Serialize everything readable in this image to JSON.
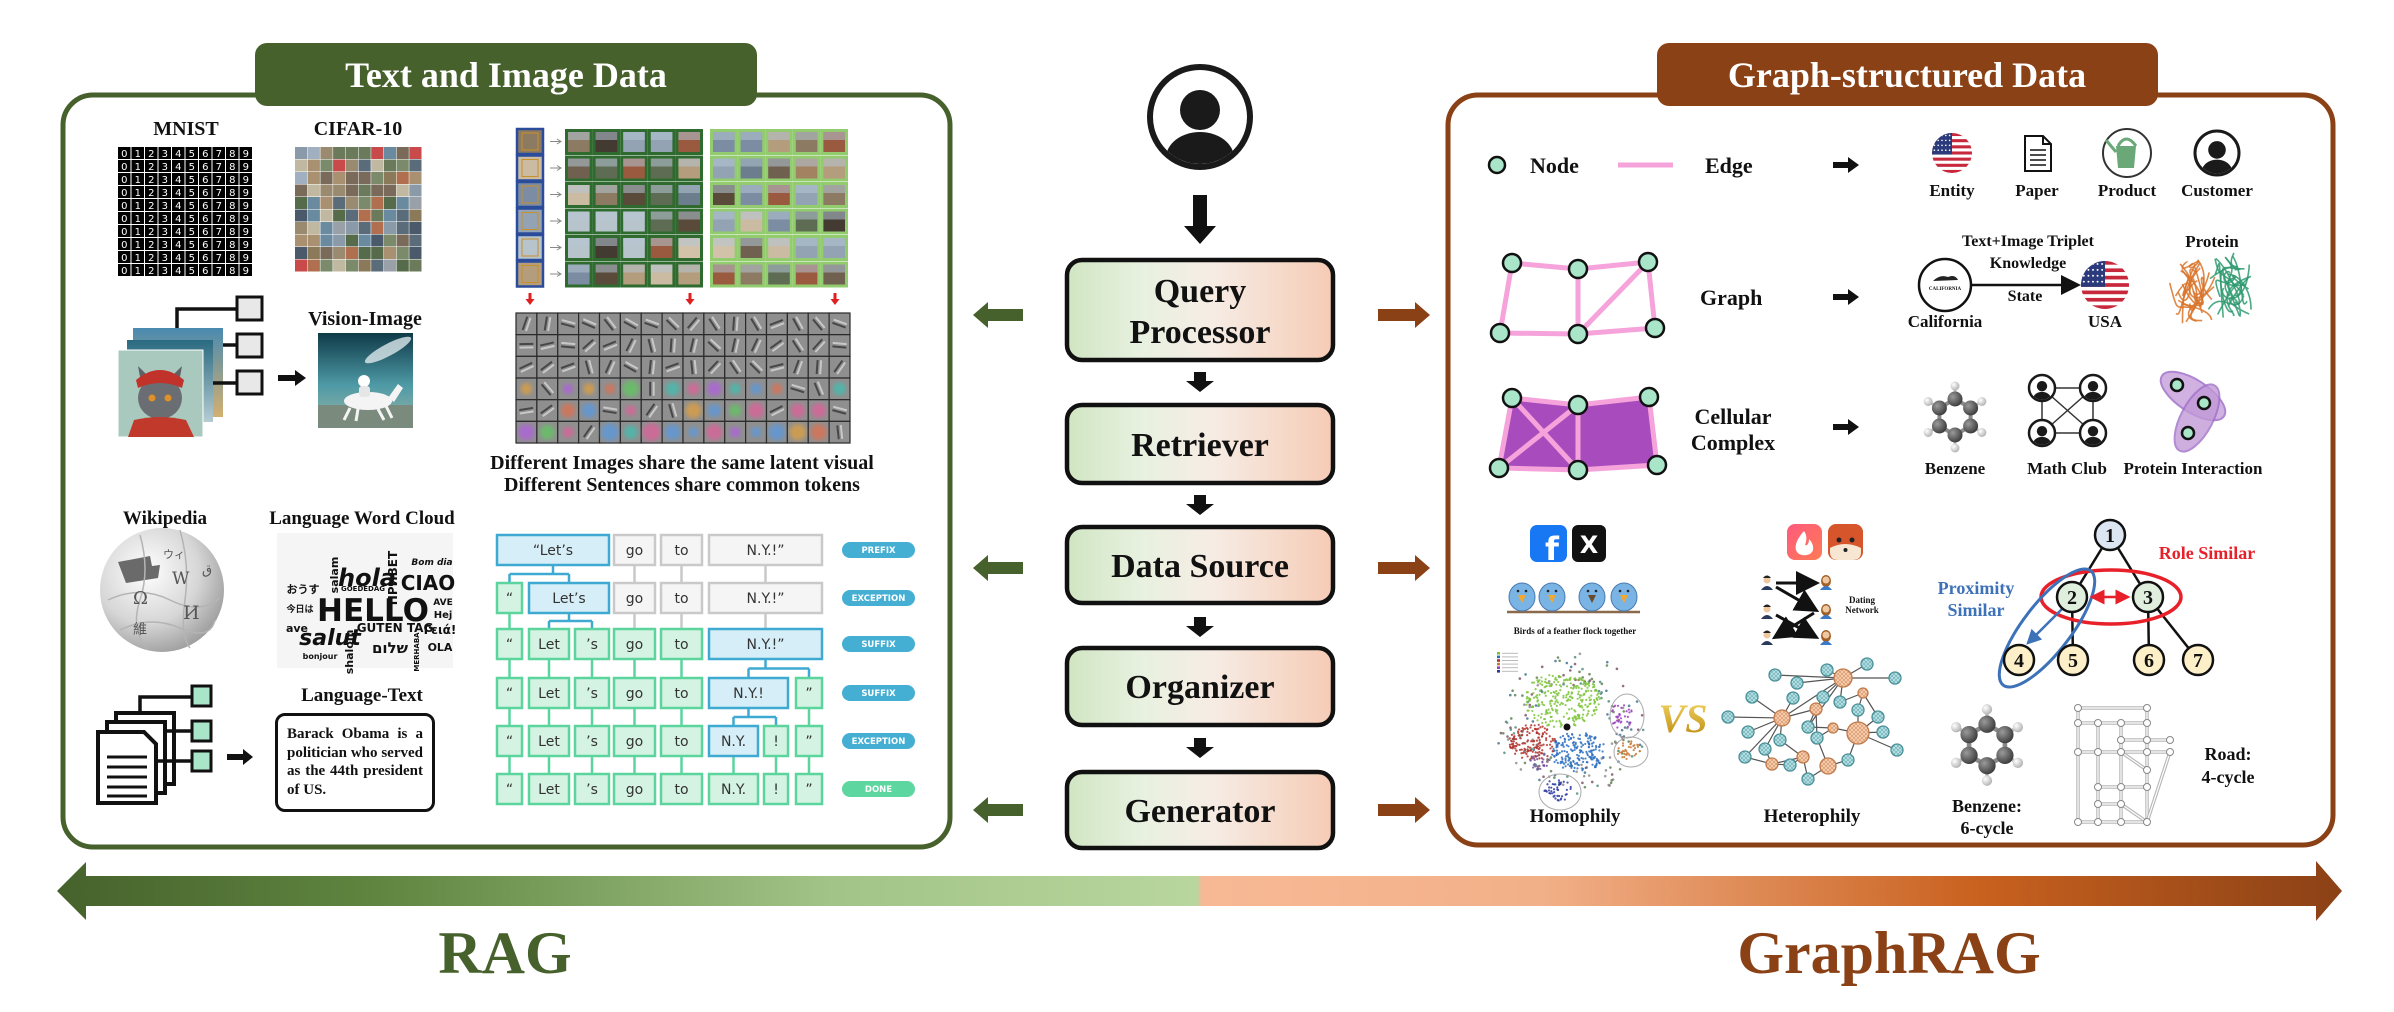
{
  "figure": {
    "left_axis_label": "RAG",
    "right_axis_label": "GraphRAG",
    "colors": {
      "rag": "#47612d",
      "graphrag": "#8b4116",
      "node": "#a9e5c9",
      "edge": "#f5a3da",
      "cell_face": "#a84cbd",
      "role_similar": "#e8202a",
      "proximity_similar": "#3d72b8"
    }
  },
  "left_panel": {
    "title": "Text and Image Data",
    "mnist": {
      "label": "MNIST",
      "digits": "0123456789"
    },
    "cifar": {
      "label": "CIFAR-10"
    },
    "vision_image": {
      "label": "Vision-Image"
    },
    "latent_caption": {
      "line1": "Different Images share the same latent visual",
      "line2": "Different Sentences share common tokens"
    },
    "wikipedia": {
      "label": "Wikipedia",
      "glyphs": [
        "Ω",
        "W",
        "И",
        "維",
        "ウィ",
        "ق"
      ]
    },
    "word_cloud": {
      "label": "Language Word Cloud",
      "words": [
        "HELLO",
        "hola",
        "salut",
        "CIAO",
        "GUTEN TAG",
        "salam",
        "shalom",
        "GOEDEDAG",
        "ПРИВЕТ",
        "Bom dia",
        "AVE",
        "Hej",
        "Γειά!",
        "OLA",
        "MERHABA",
        "שלום",
        "bonjour",
        "おうす",
        "今日は",
        "ave"
      ]
    },
    "language_text": {
      "label": "Language-Text",
      "body": "Barack Obama is a politician who served as the 44th president of US."
    },
    "tokenization": {
      "state_colors": {
        "blue": "#3ea9d1",
        "gray": "#c9c9c9",
        "green": "#5cd49d"
      },
      "status_colors": {
        "active": "#45afd3",
        "done": "#5dd6a0"
      },
      "rows": [
        {
          "status": "PREFIX",
          "tokens": [
            {
              "text": "“Let’s",
              "state": "blue"
            },
            {
              "text": "go",
              "state": "gray"
            },
            {
              "text": "to",
              "state": "gray"
            },
            {
              "text": "N.Y.!”",
              "state": "gray"
            }
          ]
        },
        {
          "status": "EXCEPTION",
          "tokens": [
            {
              "text": "“",
              "state": "green"
            },
            {
              "text": "Let’s",
              "state": "blue"
            },
            {
              "text": "go",
              "state": "gray"
            },
            {
              "text": "to",
              "state": "gray"
            },
            {
              "text": "N.Y.!”",
              "state": "gray"
            }
          ]
        },
        {
          "status": "SUFFIX",
          "tokens": [
            {
              "text": "“",
              "state": "green"
            },
            {
              "text": "Let",
              "state": "green"
            },
            {
              "text": "’s",
              "state": "green"
            },
            {
              "text": "go",
              "state": "green"
            },
            {
              "text": "to",
              "state": "green"
            },
            {
              "text": "N.Y.!”",
              "state": "blue"
            }
          ]
        },
        {
          "status": "SUFFIX",
          "tokens": [
            {
              "text": "“",
              "state": "green"
            },
            {
              "text": "Let",
              "state": "green"
            },
            {
              "text": "’s",
              "state": "green"
            },
            {
              "text": "go",
              "state": "green"
            },
            {
              "text": "to",
              "state": "green"
            },
            {
              "text": "N.Y.!",
              "state": "blue"
            },
            {
              "text": "”",
              "state": "green"
            }
          ]
        },
        {
          "status": "EXCEPTION",
          "tokens": [
            {
              "text": "“",
              "state": "green"
            },
            {
              "text": "Let",
              "state": "green"
            },
            {
              "text": "’s",
              "state": "green"
            },
            {
              "text": "go",
              "state": "green"
            },
            {
              "text": "to",
              "state": "green"
            },
            {
              "text": "N.Y.",
              "state": "blue"
            },
            {
              "text": "!",
              "state": "green"
            },
            {
              "text": "”",
              "state": "green"
            }
          ]
        },
        {
          "status": "DONE",
          "tokens": [
            {
              "text": "“",
              "state": "green"
            },
            {
              "text": "Let",
              "state": "green"
            },
            {
              "text": "’s",
              "state": "green"
            },
            {
              "text": "go",
              "state": "green"
            },
            {
              "text": "to",
              "state": "green"
            },
            {
              "text": "N.Y.",
              "state": "green"
            },
            {
              "text": "!",
              "state": "green"
            },
            {
              "text": "”",
              "state": "green"
            }
          ]
        }
      ]
    }
  },
  "pipeline": {
    "user_icon": "user-icon",
    "stages": [
      {
        "lines": [
          "Query",
          "Processor"
        ]
      },
      {
        "lines": [
          "Retriever"
        ]
      },
      {
        "lines": [
          "Data Source"
        ]
      },
      {
        "lines": [
          "Organizer"
        ]
      },
      {
        "lines": [
          "Generator"
        ]
      }
    ]
  },
  "right_panel": {
    "title": "Graph-structured Data",
    "legend": {
      "node": "Node",
      "edge": "Edge"
    },
    "node_types": [
      {
        "label": "Entity",
        "icon": "us-flag-icon"
      },
      {
        "label": "Paper",
        "icon": "paper-icon"
      },
      {
        "label": "Product",
        "icon": "watering-can-icon"
      },
      {
        "label": "Customer",
        "icon": "user-icon"
      }
    ],
    "graph": {
      "label": "Graph"
    },
    "knowledge": {
      "title_line1": "Text+Image Triplet",
      "title_line2": "Knowledge",
      "head": "California",
      "relation": "State",
      "tail": "USA",
      "seal_text": "CALIFORNIA"
    },
    "protein": {
      "label": "Protein"
    },
    "cellular": {
      "line1": "Cellular",
      "line2": "Complex"
    },
    "higher_order": [
      {
        "label": "Benzene"
      },
      {
        "label": "Math Club"
      },
      {
        "label": "Protein Interaction"
      }
    ],
    "homophily": {
      "label": "Homophily",
      "caption": "Birds of a feather flock together",
      "platforms": [
        "f",
        "X"
      ]
    },
    "versus": "VS",
    "heterophily": {
      "label": "Heterophily",
      "network_line1": "Dating",
      "network_line2": "Network"
    },
    "similarity_tree": {
      "nodes": [
        "1",
        "2",
        "3",
        "4",
        "5",
        "6",
        "7"
      ],
      "role_label": "Role Similar",
      "proximity_line1": "Proximity",
      "proximity_line2": "Similar"
    },
    "cycles": [
      {
        "line1": "Benzene:",
        "line2": "6-cycle"
      },
      {
        "line1": "Road:",
        "line2": "4-cycle"
      }
    ]
  }
}
